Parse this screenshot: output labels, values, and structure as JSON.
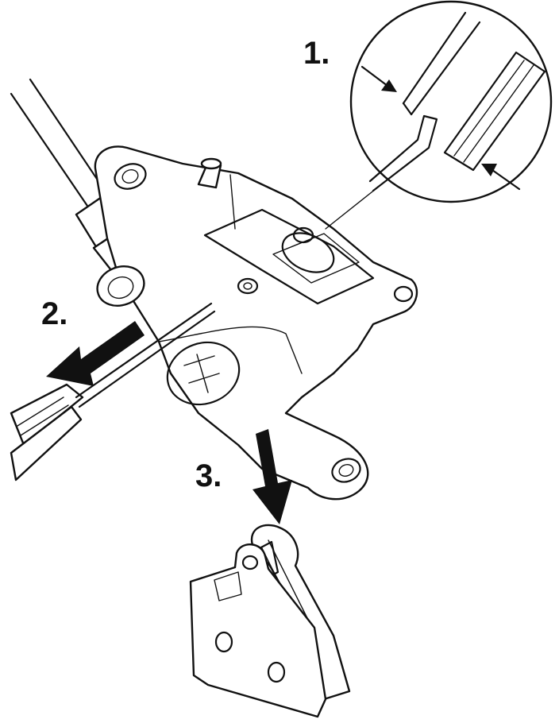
{
  "figure": {
    "steps": [
      {
        "label": "1."
      },
      {
        "label": "2."
      },
      {
        "label": "3."
      }
    ]
  },
  "colors": {
    "line": "#111111",
    "background": "#ffffff"
  }
}
